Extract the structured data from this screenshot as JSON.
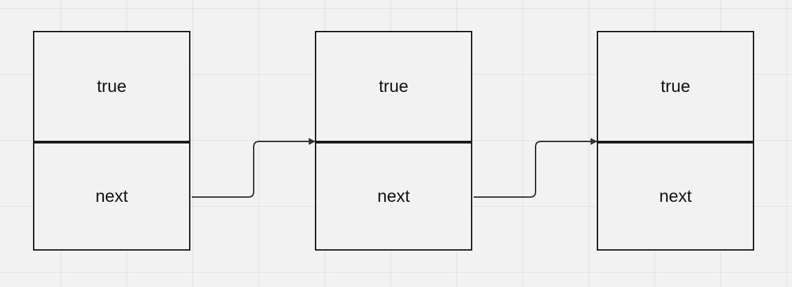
{
  "nodes": [
    {
      "value_label": "true",
      "pointer_label": "next"
    },
    {
      "value_label": "true",
      "pointer_label": "next"
    },
    {
      "value_label": "true",
      "pointer_label": "next"
    }
  ],
  "edges": [
    {
      "from": 0,
      "to": 1
    },
    {
      "from": 1,
      "to": 2
    }
  ],
  "colors": {
    "background": "#f2f2f2",
    "grid": "#e1e1e1",
    "stroke": "#1a1a1a",
    "arrow": "#333333"
  }
}
